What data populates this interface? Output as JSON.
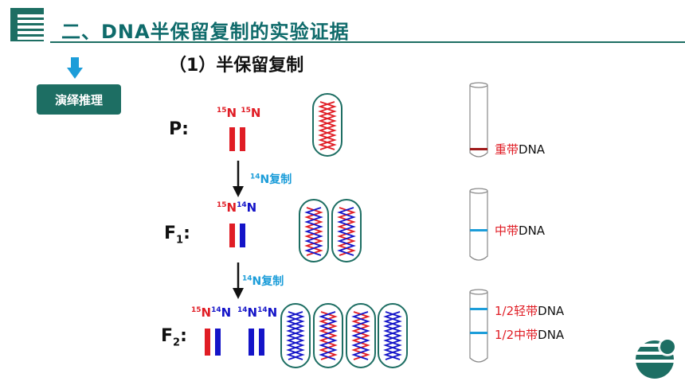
{
  "header": {
    "title": "二、DNA半保留复制的实验证据",
    "subtitle": "（1）半保留复制"
  },
  "sidebar": {
    "deduce_label": "演绎推理"
  },
  "generations": {
    "p": {
      "main": "P",
      "sub": "",
      "colon": ":"
    },
    "f1": {
      "main": "F",
      "sub": "1",
      "colon": ":"
    },
    "f2": {
      "main": "F",
      "sub": "2",
      "colon": ":"
    }
  },
  "isotopes": {
    "p_left_sup": "15",
    "p_left_el": "N",
    "p_right_sup": "15",
    "p_right_el": "N",
    "f1_left_sup": "15",
    "f1_left_el": "N",
    "f1_right_sup": "14",
    "f1_right_el": "N",
    "f2a_left_sup": "15",
    "f2a_left_el": "N",
    "f2a_right_sup": "14",
    "f2a_right_el": "N",
    "f2b_left_sup": "14",
    "f2b_left_el": "N",
    "f2b_right_sup": "14",
    "f2b_right_el": "N"
  },
  "replication": {
    "sup": "14",
    "text": "N复制"
  },
  "bands": {
    "heavy_prefix": "重带",
    "heavy_suffix": "DNA",
    "middle_prefix": "中带",
    "middle_suffix": "DNA",
    "light_prefix": "1/2轻带",
    "light_suffix": "DNA",
    "half_middle_prefix": "1/2中带",
    "half_middle_suffix": "DNA"
  },
  "colors": {
    "heavy_strand": "#e01d25",
    "light_strand": "#1414c8",
    "middle_band": "#1c9dd9",
    "heavy_band": "#a01a1a",
    "teal": "#1d6e63"
  },
  "icons": [
    "header-stripes-icon",
    "down-arrow-icon",
    "corner-logo-icon"
  ]
}
